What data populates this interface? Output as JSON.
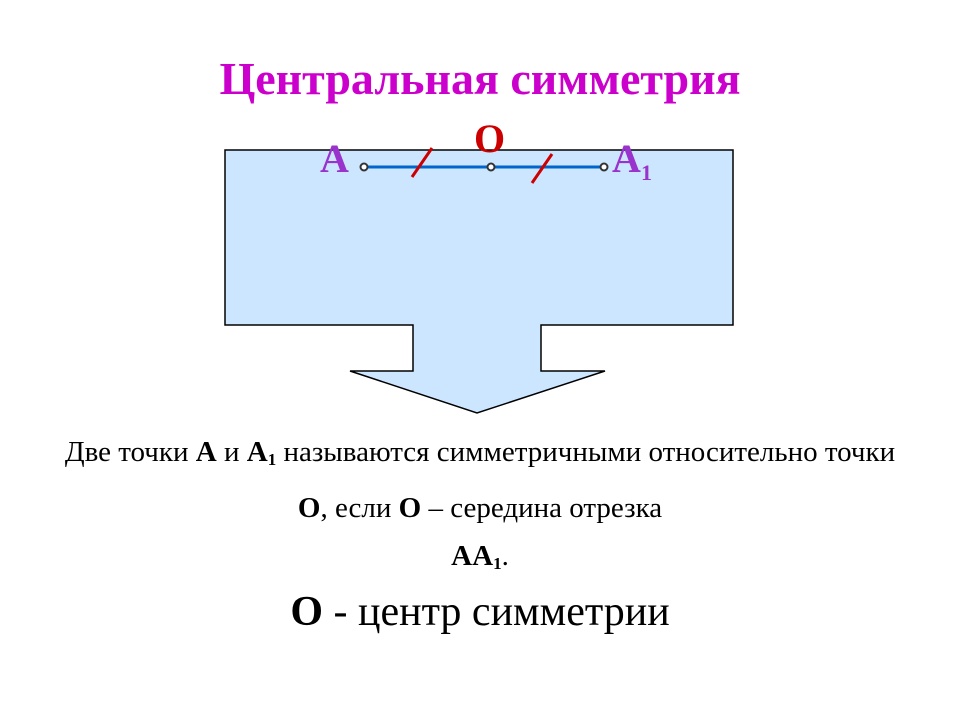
{
  "title": "Центральная симметрия",
  "diagram": {
    "label_a": "A",
    "label_o": "O",
    "label_a1_main": "A",
    "label_a1_sub": "1"
  },
  "definition": {
    "p1": "Две точки ",
    "pt_a": "А",
    "p2": " и ",
    "pt_a1": "А",
    "pt_a1_sub": "1",
    "p3": " называются симметричными относительно точки ",
    "pt_o": "О",
    "p4": ", если ",
    "pt_o2": "О",
    "p5": " – середина отрезка ",
    "seg": "АА",
    "seg_sub": "1",
    "p6": "."
  },
  "center": {
    "letter": "О",
    "text": " - центр симметрии"
  },
  "colors": {
    "title": "#cc00cc",
    "label_a": "#9933cc",
    "label_o": "#cc0000",
    "panel_fill": "#cce6ff",
    "segment": "#0066cc",
    "tick": "#cc0000"
  }
}
